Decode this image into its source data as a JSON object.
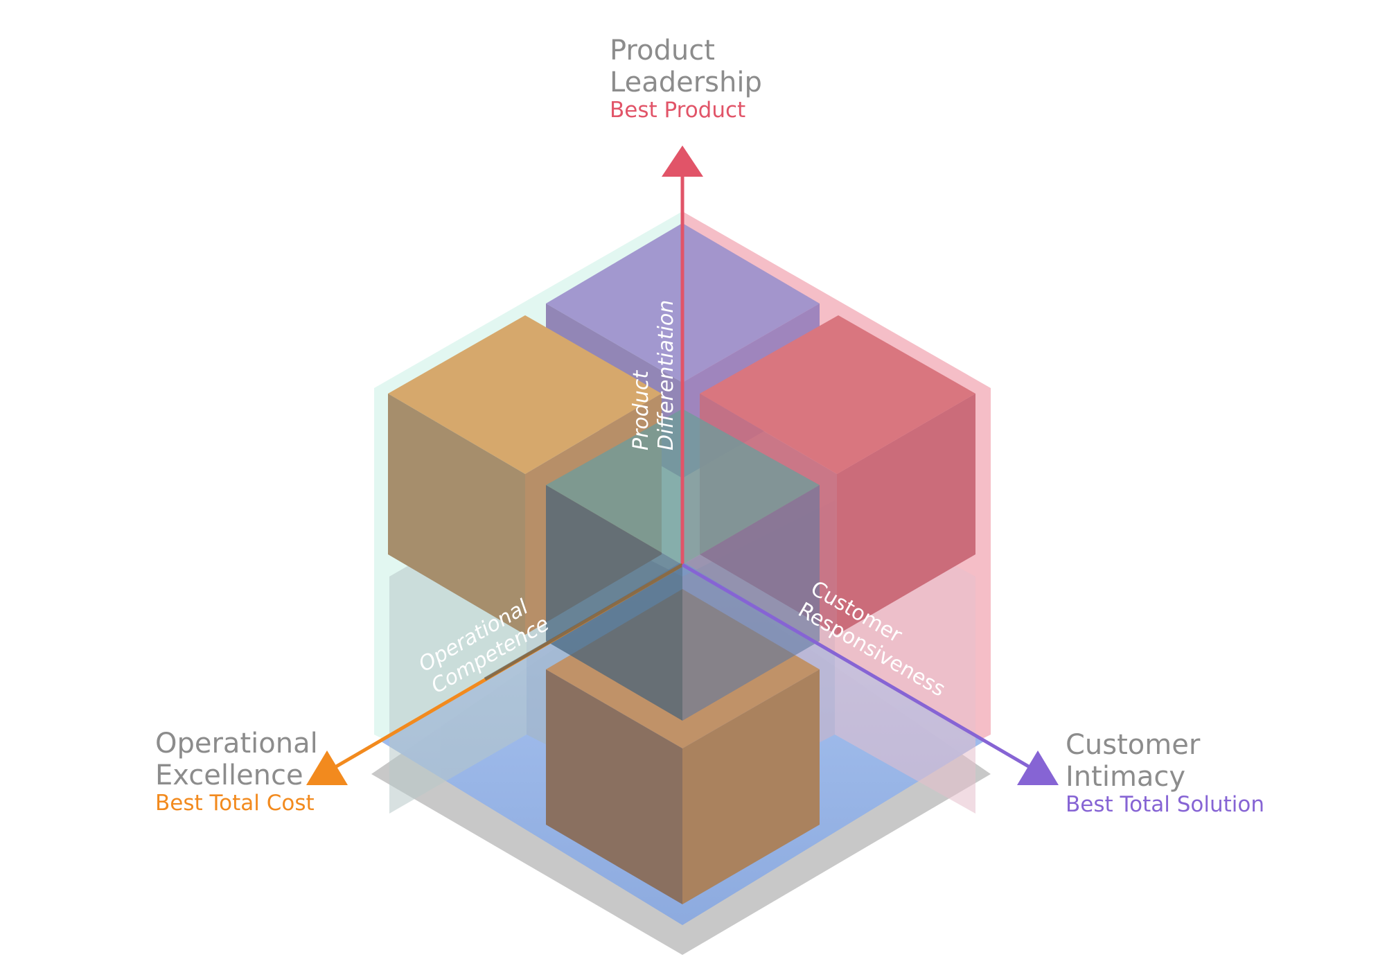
{
  "axes": {
    "top": {
      "title": [
        "Product",
        "Leadership"
      ],
      "subtitle": "Best Product",
      "color": "#e15468"
    },
    "left": {
      "title": [
        "Operational",
        "Excellence"
      ],
      "subtitle": "Best Total Cost",
      "color": "#f28a1e"
    },
    "right": {
      "title": [
        "Customer",
        "Intimacy"
      ],
      "subtitle": "Best Total Solution",
      "color": "#8664d4"
    }
  },
  "inner_labels": {
    "product": [
      "Product",
      "Differentiation"
    ],
    "operational": [
      "Operational",
      "Competence"
    ],
    "customer": [
      "Customer",
      "Responsiveness"
    ]
  },
  "colors": {
    "shadow": "#c9c9c9",
    "floor": "#93b2e6",
    "left_wall": "#e2f6ef",
    "right_wall": "#f4bac3",
    "top_cube": "#9286c8",
    "left_cube": "#d49d5c",
    "right_cube": "#d86b78",
    "center_cube": "#6f9898",
    "bottom_cube": "#a47a5a"
  }
}
